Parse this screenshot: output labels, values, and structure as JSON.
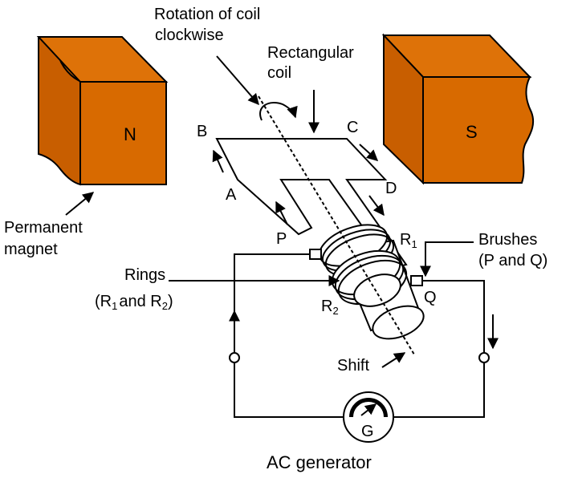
{
  "colors": {
    "magnet_front": "#d86a00",
    "magnet_top": "#de7208",
    "magnet_side": "#c85e00",
    "line": "#000000",
    "background": "#ffffff"
  },
  "labels": {
    "rotation_line1": "Rotation of coil",
    "rotation_line2": "clockwise",
    "rect_coil_line1": "Rectangular",
    "rect_coil_line2": "coil",
    "pole_n": "N",
    "pole_s": "S",
    "permanent_line1": "Permanent",
    "permanent_line2": "magnet",
    "point_a": "A",
    "point_b": "B",
    "point_c": "C",
    "point_d": "D",
    "point_p": "P",
    "point_q": "Q",
    "ring_r1_letter": "R",
    "ring_r1_sub": "1",
    "ring_r2_letter": "R",
    "ring_r2_sub": "2",
    "brushes_line1": "Brushes",
    "brushes_line2": "(P and Q)",
    "rings_line1": "Rings",
    "rings_line2_part1": "(R",
    "rings_line2_sub1": "1",
    "rings_line2_part2": "and R",
    "rings_line2_sub2": "2",
    "rings_line2_part3": ")",
    "shift": "Shift",
    "galvanometer": "G",
    "ac_generator": "AC generator"
  }
}
